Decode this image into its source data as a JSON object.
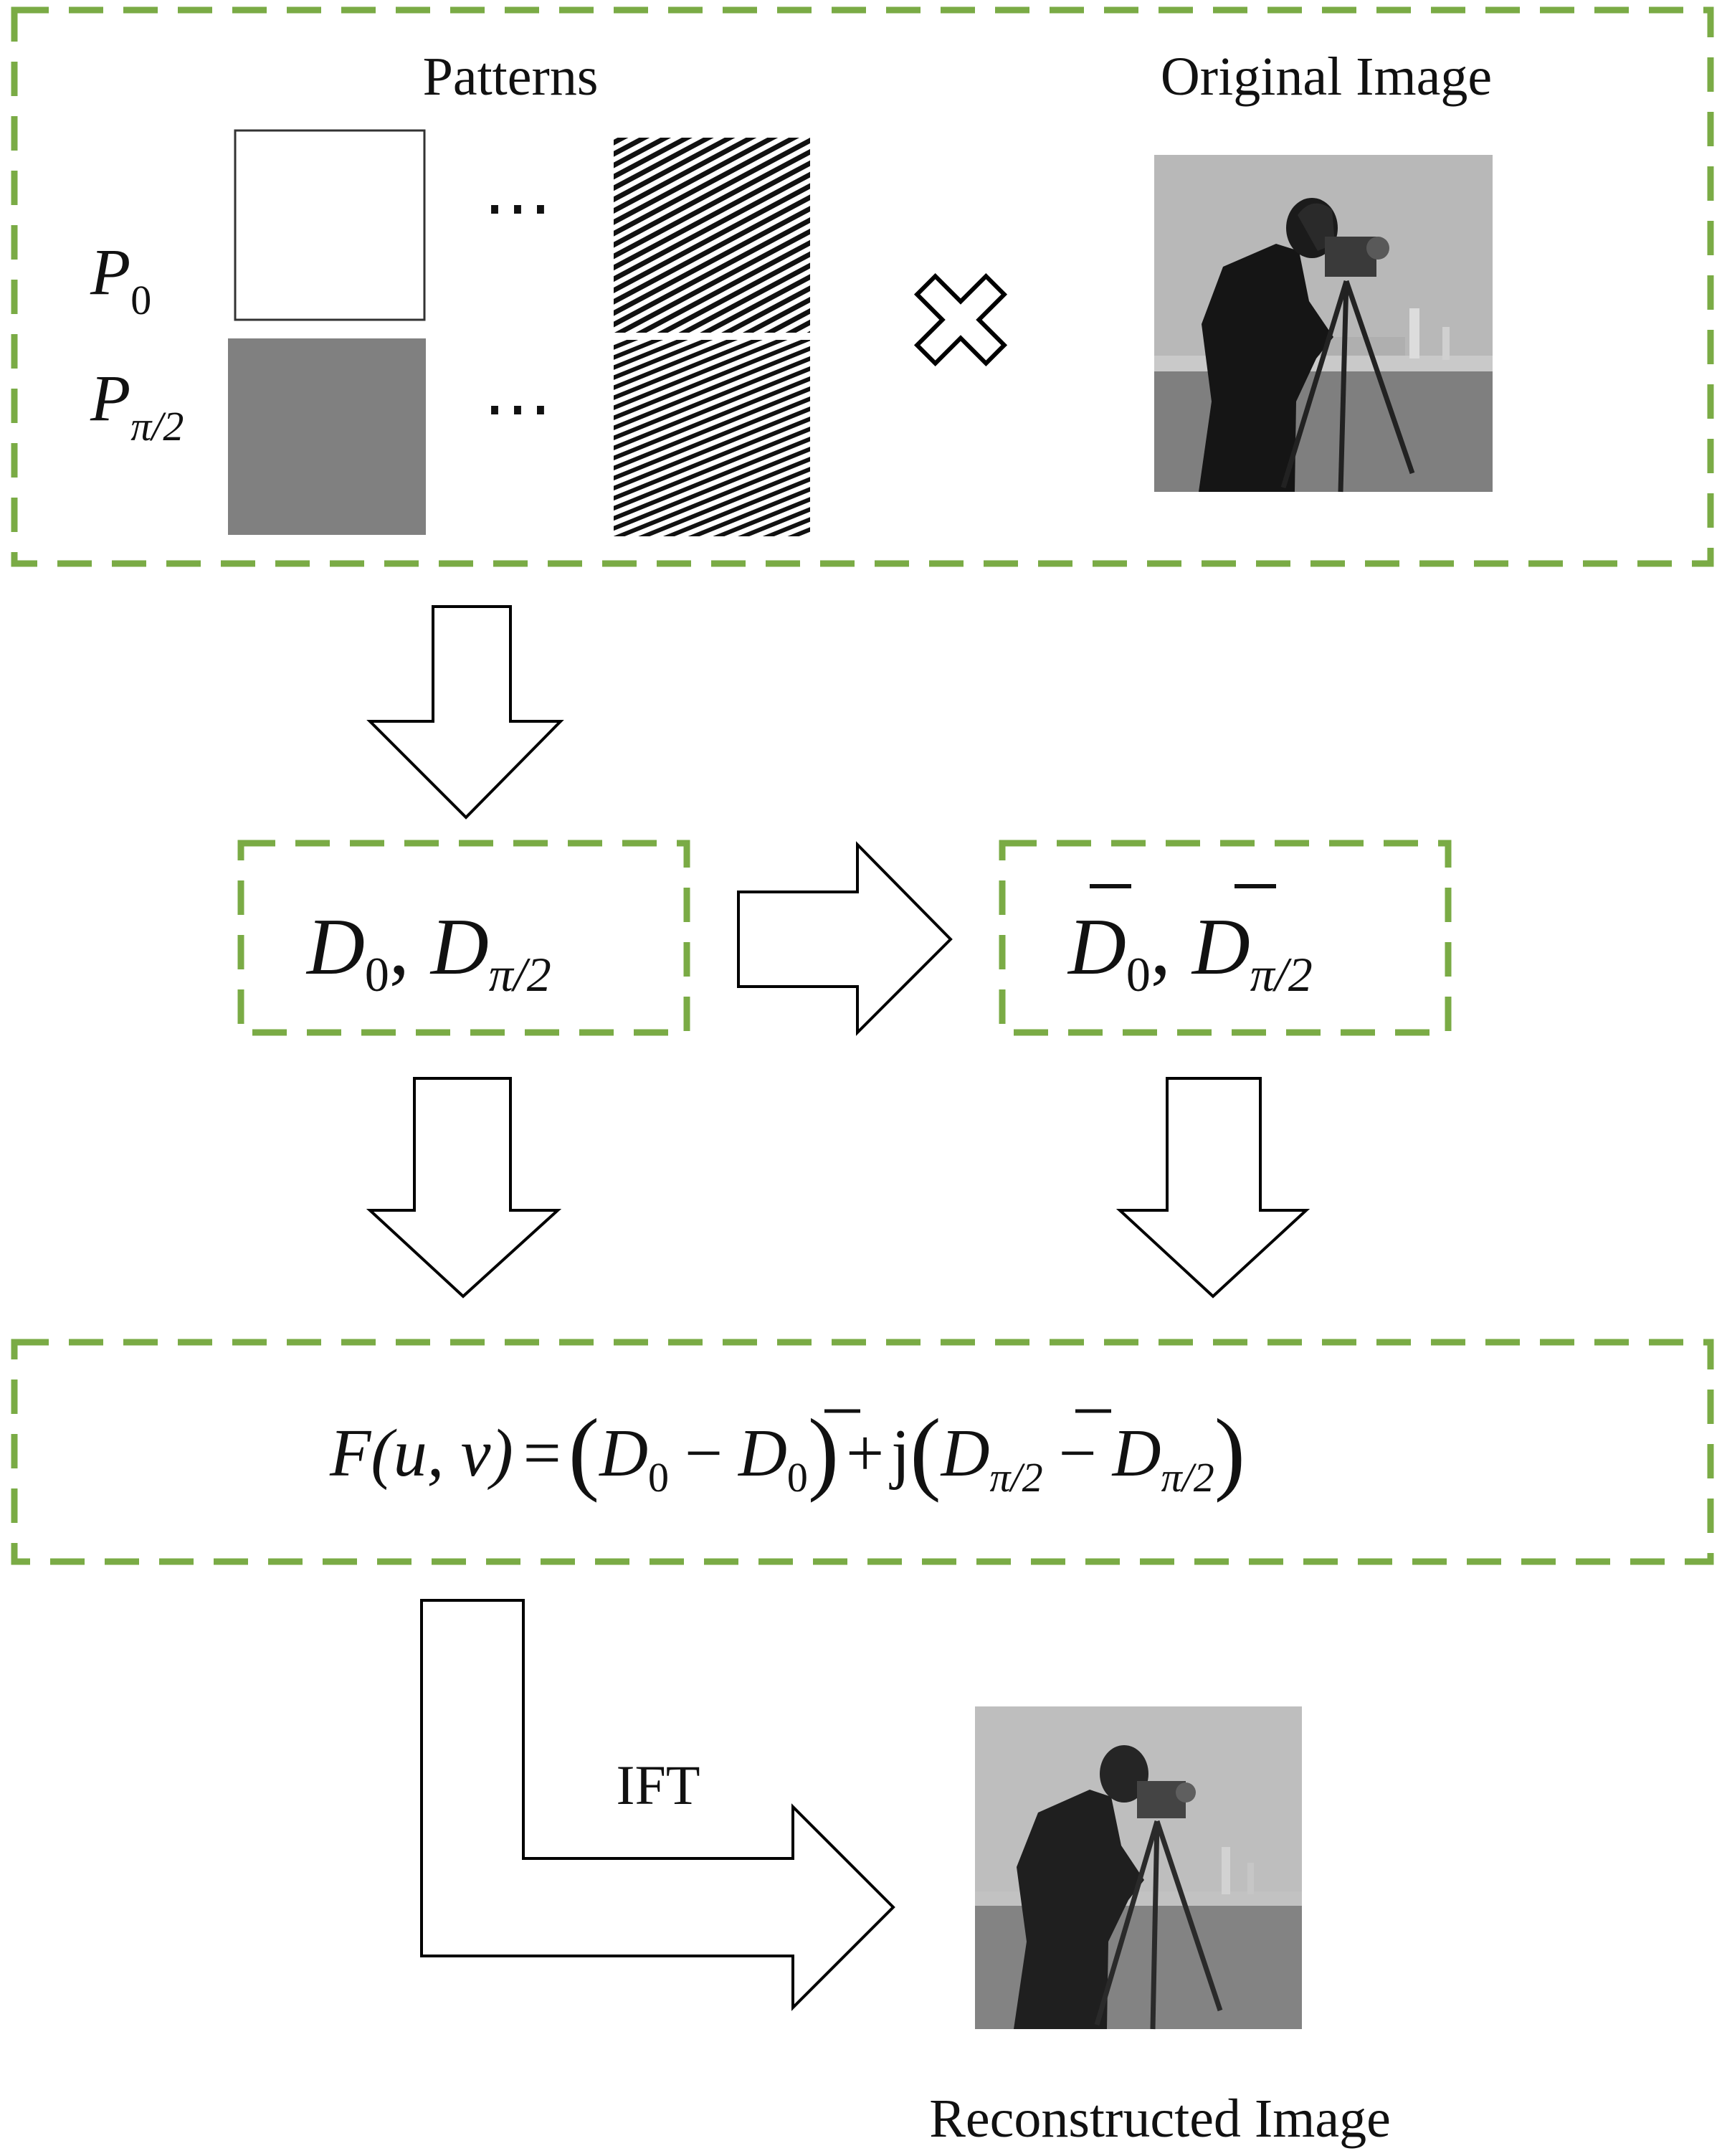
{
  "colors": {
    "dash": "#7aab45",
    "pattern_gray": "#808080",
    "photo_sky": "#b8b8b8",
    "photo_ground": "#7f7f7f",
    "stroke": "#000000"
  },
  "top_panel": {
    "patterns_title": "Patterns",
    "original_title": "Original Image",
    "row_p0": {
      "symbol": "P",
      "subscript": "0"
    },
    "row_p_half": {
      "symbol": "P",
      "subscript": "π/2"
    },
    "ellipsis": "⋯",
    "operator_icon": "multiply-icon"
  },
  "d_box": {
    "sym1": "D",
    "sub1": "0",
    "separator": ",",
    "sym2": "D",
    "sub2": "π/2"
  },
  "dbar_box": {
    "sym1": "D",
    "sub1": "0",
    "separator": ",",
    "sym2": "D",
    "sub2": "π/2"
  },
  "formula": {
    "lhs": "F",
    "args": "(u, v)",
    "equals": "=",
    "open1": "(",
    "d0": "D",
    "d0_sub": "0",
    "minus1": "−",
    "dbar0": "D",
    "dbar0_sub": "0",
    "close1": ")",
    "plus": "+",
    "j": "j",
    "open2": "(",
    "dbarhalf": "D",
    "dbarhalf_sub": "π/2",
    "minus2": "−",
    "dhalf": "D",
    "dhalf_sub": "π/2",
    "close2": ")"
  },
  "ift_label": "IFT",
  "reconstructed_title": "Reconstructed Image"
}
